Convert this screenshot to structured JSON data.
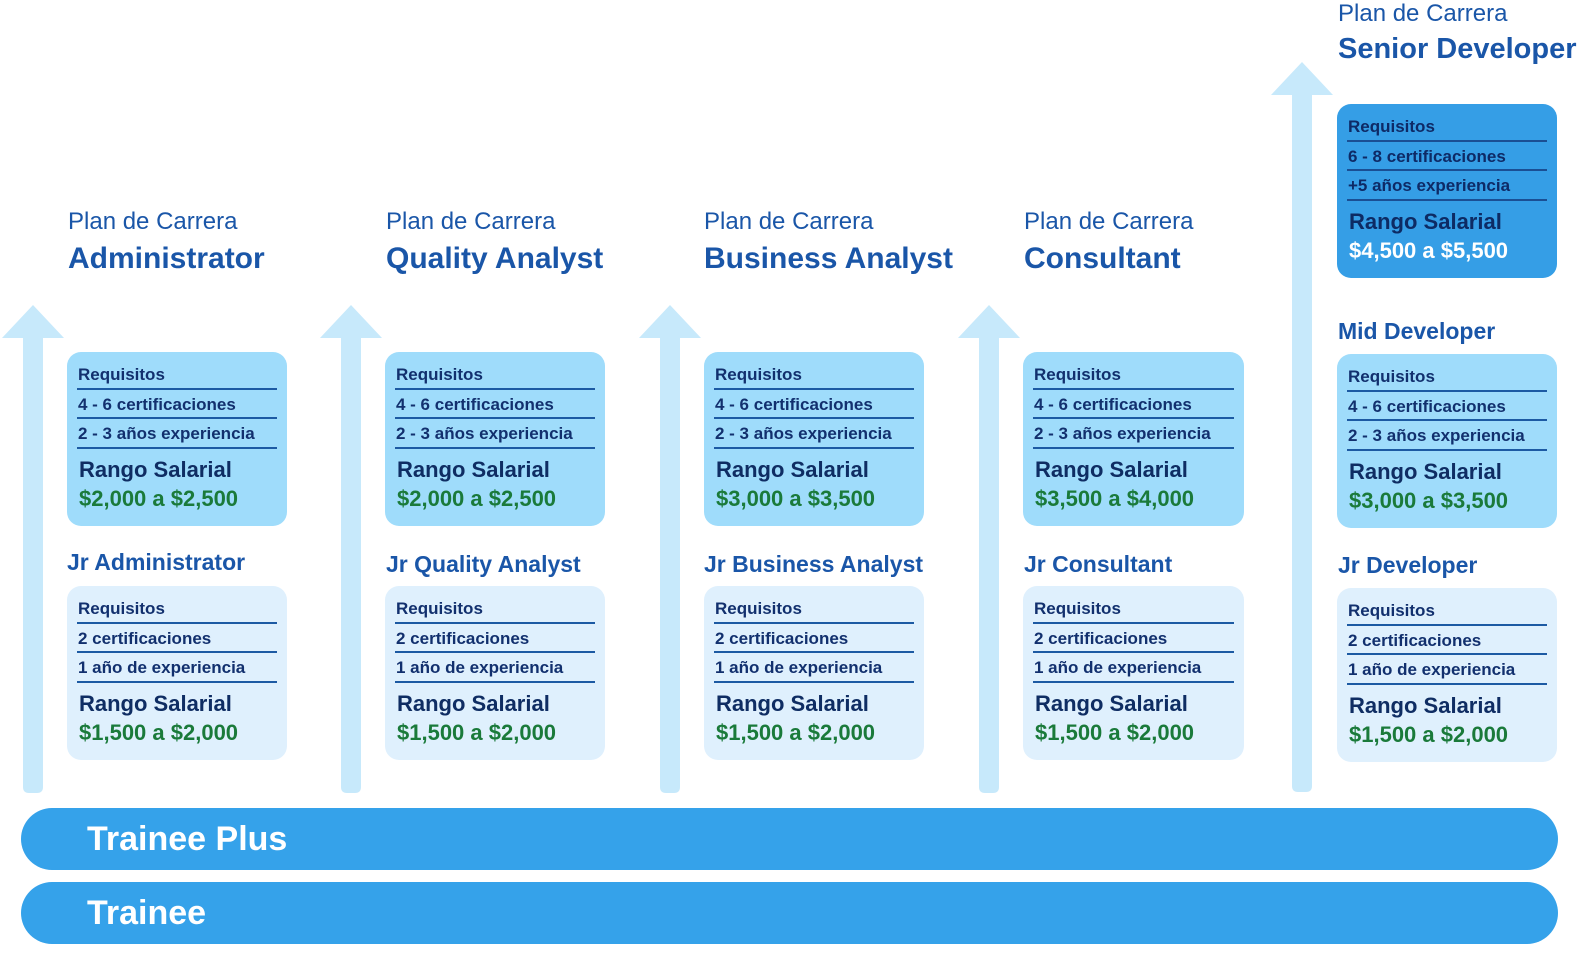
{
  "columns": [
    {
      "plan_label": "Plan de Carrera",
      "title": "Administrator",
      "mid": {
        "requisitos": "Requisitos",
        "certs": "4 - 6 certificaciones",
        "experience": "2 - 3 años experiencia",
        "salary_label": "Rango Salarial",
        "salary": "$2,000 a $2,500"
      },
      "jr_title": "Jr Administrator",
      "jr": {
        "requisitos": "Requisitos",
        "certs": "2 certificaciones",
        "experience": "1 año de experiencia",
        "salary_label": "Rango Salarial",
        "salary": "$1,500 a $2,000"
      }
    },
    {
      "plan_label": "Plan de Carrera",
      "title": "Quality Analyst",
      "mid": {
        "requisitos": "Requisitos",
        "certs": "4 - 6 certificaciones",
        "experience": "2 - 3 años experiencia",
        "salary_label": "Rango Salarial",
        "salary": "$2,000 a $2,500"
      },
      "jr_title": "Jr Quality Analyst",
      "jr": {
        "requisitos": "Requisitos",
        "certs": "2 certificaciones",
        "experience": "1 año de experiencia",
        "salary_label": "Rango Salarial",
        "salary": "$1,500 a $2,000"
      }
    },
    {
      "plan_label": "Plan de Carrera",
      "title": "Business Analyst",
      "mid": {
        "requisitos": "Requisitos",
        "certs": "4 - 6 certificaciones",
        "experience": "2 - 3 años experiencia",
        "salary_label": "Rango Salarial",
        "salary": "$3,000 a $3,500"
      },
      "jr_title": "Jr Business Analyst",
      "jr": {
        "requisitos": "Requisitos",
        "certs": "2 certificaciones",
        "experience": "1 año de experiencia",
        "salary_label": "Rango Salarial",
        "salary": "$1,500 a $2,000"
      }
    },
    {
      "plan_label": "Plan de Carrera",
      "title": "Consultant",
      "mid": {
        "requisitos": "Requisitos",
        "certs": "4 - 6 certificaciones",
        "experience": "2 - 3 años experiencia",
        "salary_label": "Rango Salarial",
        "salary": "$3,500 a $4,000"
      },
      "jr_title": "Jr Consultant",
      "jr": {
        "requisitos": "Requisitos",
        "certs": "2 certificaciones",
        "experience": "1 año de experiencia",
        "salary_label": "Rango Salarial",
        "salary": "$1,500 a $2,000"
      }
    },
    {
      "plan_label": "Plan de Carrera",
      "title": "Senior Developer",
      "senior": {
        "requisitos": "Requisitos",
        "certs": "6 - 8 certificaciones",
        "experience": "+5 años experiencia",
        "salary_label": "Rango Salarial",
        "salary": "$4,500 a $5,500"
      },
      "mid_title": "Mid Developer",
      "mid": {
        "requisitos": "Requisitos",
        "certs": "4 - 6 certificaciones",
        "experience": "2 - 3 años experiencia",
        "salary_label": "Rango Salarial",
        "salary": "$3,000 a $3,500"
      },
      "jr_title": "Jr Developer",
      "jr": {
        "requisitos": "Requisitos",
        "certs": "2 certificaciones",
        "experience": "1 año de experiencia",
        "salary_label": "Rango Salarial",
        "salary": "$1,500 a $2,000"
      }
    }
  ],
  "bars": {
    "trainee_plus": "Trainee Plus",
    "trainee": "Trainee"
  },
  "colors": {
    "title_blue": "#1a56a8",
    "mid_card": "#9fdcfb",
    "jr_card": "#dff0fd",
    "senior_card": "#359ee6",
    "bar": "#35a2ea",
    "arrow": "#c7e9fb",
    "salary_green": "#1a7a3a"
  }
}
